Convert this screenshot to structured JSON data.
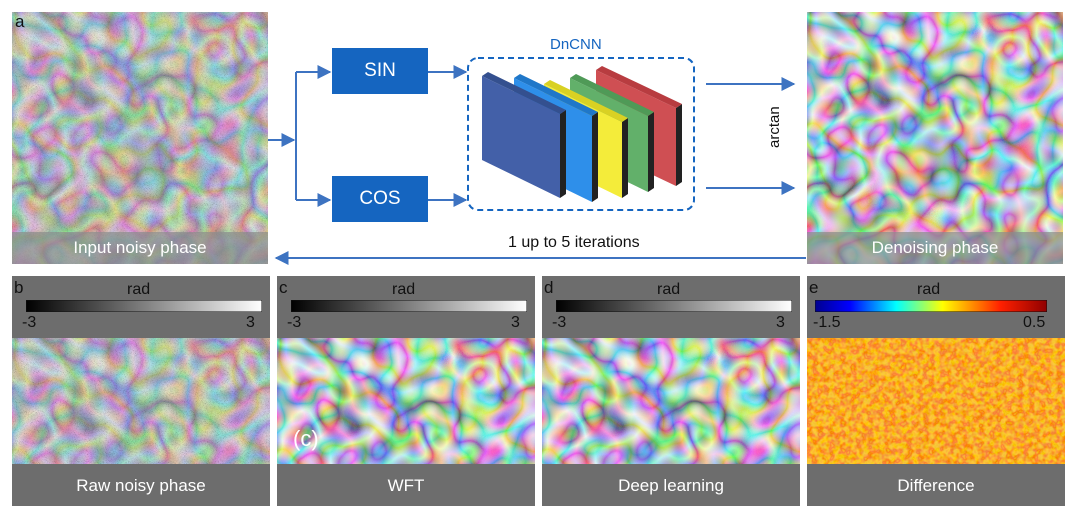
{
  "top": {
    "panel_letter": "a",
    "input_caption": "Input noisy phase",
    "output_caption": "Denoising phase",
    "sin_label": "SIN",
    "cos_label": "COS",
    "network_label": "DnCNN",
    "arctan_label": "arctan",
    "iterations_label": "1 up to 5 iterations"
  },
  "panels": [
    {
      "letter": "b",
      "cbar_title": "rad",
      "cbar_min": "-3",
      "cbar_max": "3",
      "caption": "Raw noisy phase",
      "colormap": "gray"
    },
    {
      "letter": "c",
      "cbar_title": "rad",
      "cbar_min": "-3",
      "cbar_max": "3",
      "caption": "WFT",
      "colormap": "gray"
    },
    {
      "letter": "d",
      "cbar_title": "rad",
      "cbar_min": "-3",
      "cbar_max": "3",
      "caption": "Deep learning",
      "colormap": "gray"
    },
    {
      "letter": "e",
      "cbar_title": "rad",
      "cbar_min": "-1.5",
      "cbar_max": "0.5",
      "caption": "Difference",
      "colormap": "jet"
    }
  ],
  "c_annotation": "(c)",
  "colors": {
    "block_blue": "#1565c0",
    "arrow_blue": "#3d73c1",
    "panel_gray": "#6d6d6d",
    "layers": [
      "#4360a8",
      "#2e8fea",
      "#f4ec3a",
      "#62b06a",
      "#cf4f53"
    ]
  }
}
